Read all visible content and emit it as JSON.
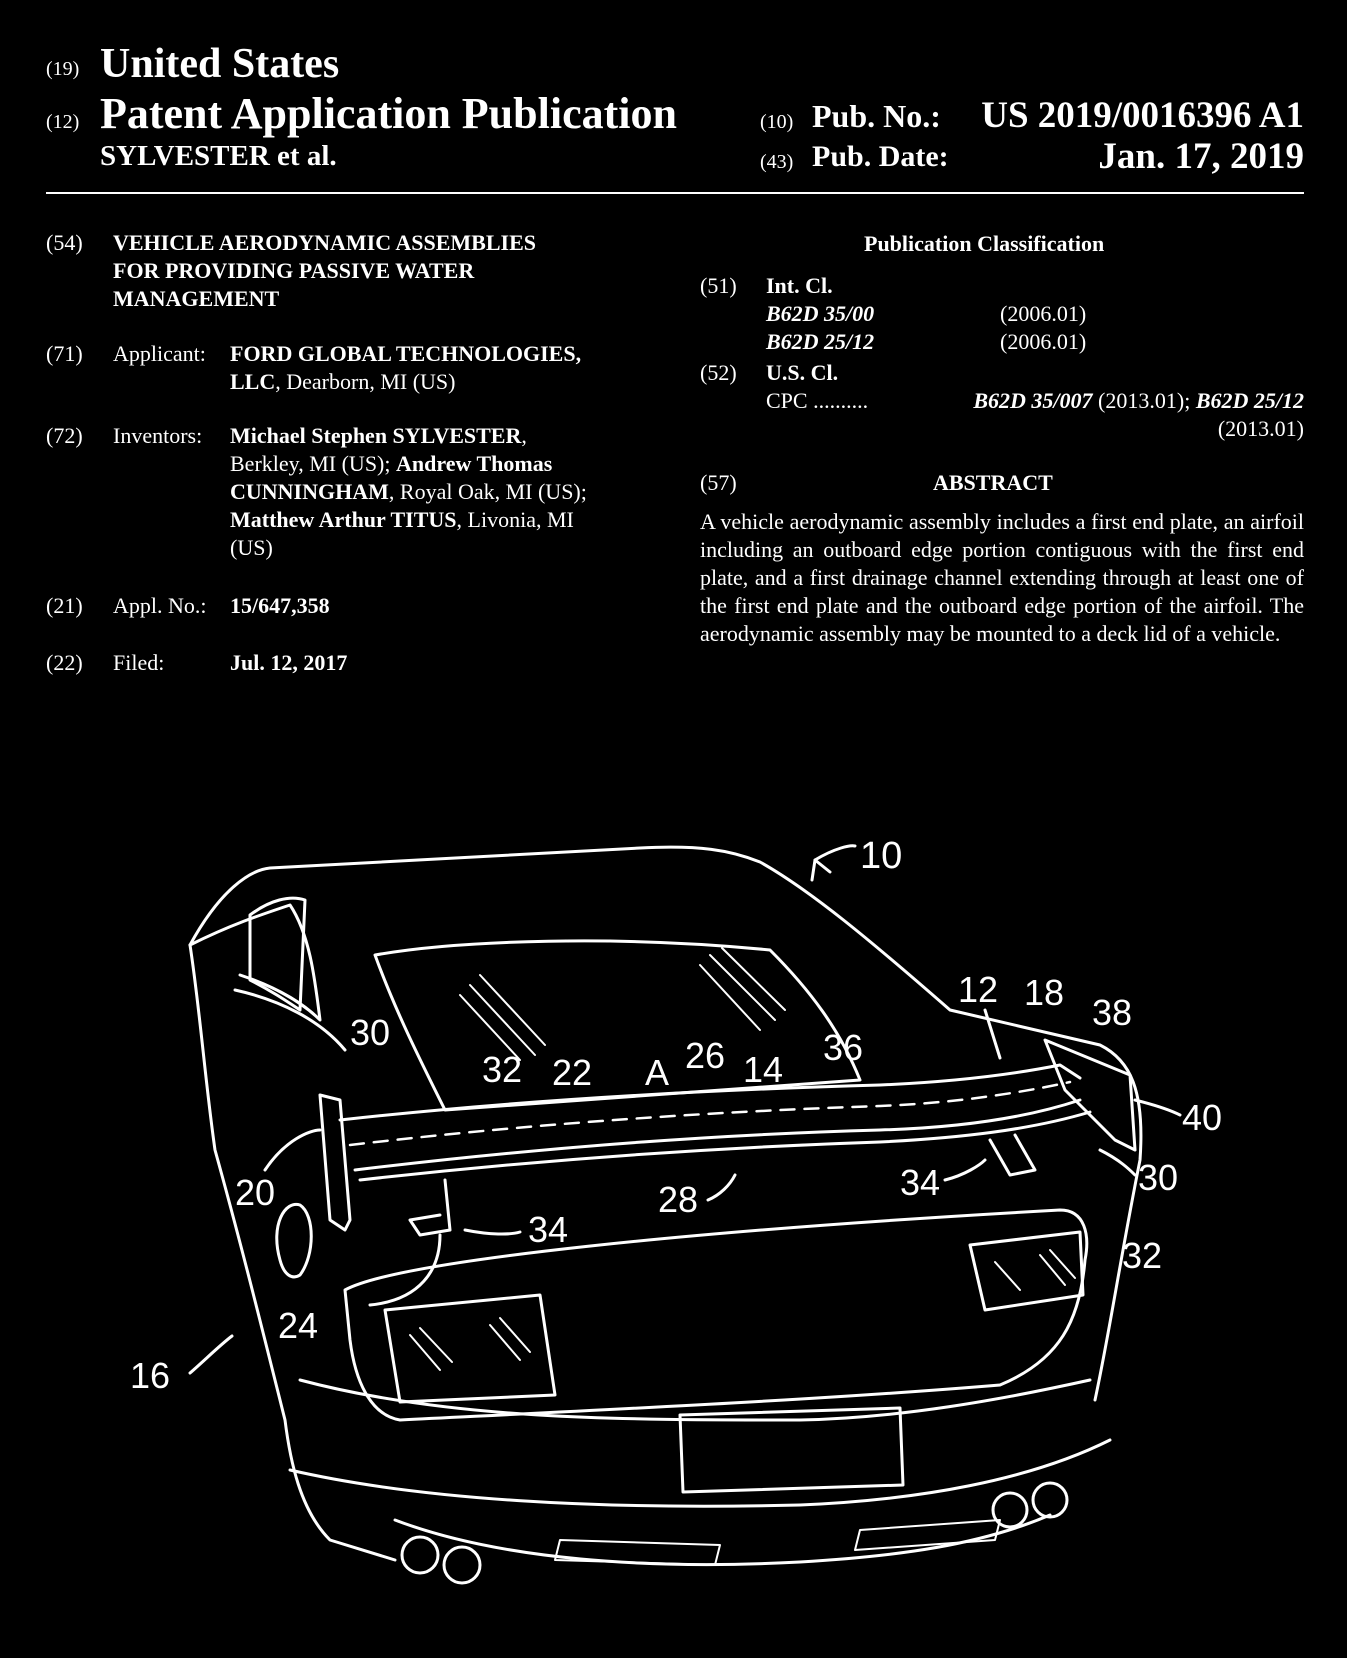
{
  "header": {
    "code19": "(19)",
    "country": "United States",
    "code12": "(12)",
    "doc_type": "Patent Application Publication",
    "first_inventor": "SYLVESTER et al.",
    "code10": "(10)",
    "pub_no_label": "Pub. No.:",
    "pub_no": "US 2019/0016396 A1",
    "code43": "(43)",
    "pub_date_label": "Pub. Date:",
    "pub_date": "Jan. 17, 2019"
  },
  "left": {
    "title_code": "(54)",
    "title_lines": [
      "VEHICLE AERODYNAMIC ASSEMBLIES",
      "FOR PROVIDING PASSIVE WATER",
      "MANAGEMENT"
    ],
    "applicant_code": "(71)",
    "applicant_label": "Applicant:",
    "applicant_line1": "FORD GLOBAL TECHNOLOGIES,",
    "applicant_line2_bold": "LLC",
    "applicant_line2_rest": ", Dearborn, MI (US)",
    "inventors_code": "(72)",
    "inventors_label": "Inventors:",
    "inv_l1_bold": "Michael Stephen SYLVESTER",
    "inv_l1_rest": ",",
    "inv_l2_rest": "Berkley, MI (US); ",
    "inv_l2_bold": "Andrew Thomas",
    "inv_l3_bold": "CUNNINGHAM",
    "inv_l3_rest": ", Royal Oak, MI (US);",
    "inv_l4_bold": "Matthew Arthur TITUS",
    "inv_l4_rest": ", Livonia, MI",
    "inv_l5": "(US)",
    "appl_code": "(21)",
    "appl_label": "Appl. No.:",
    "appl_no": "15/647,358",
    "filed_code": "(22)",
    "filed_label": "Filed:",
    "filed_date": "Jul. 12, 2017"
  },
  "right": {
    "classification_heading": "Publication Classification",
    "intcl_code": "(51)",
    "intcl_label": "Int. Cl.",
    "intcl_rows": [
      {
        "code": "B62D 35/00",
        "version": "(2006.01)"
      },
      {
        "code": "B62D 25/12",
        "version": "(2006.01)"
      }
    ],
    "uscl_code": "(52)",
    "uscl_label": "U.S. Cl.",
    "cpc_label": "CPC ..........",
    "cpc_code1": "B62D 35/007",
    "cpc_ver1": " (2013.01); ",
    "cpc_code2": "B62D 25/12",
    "cpc_ver2": "(2013.01)",
    "abstract_code": "(57)",
    "abstract_heading": "ABSTRACT",
    "abstract_text": "A vehicle aerodynamic assembly includes a first end plate, an airfoil including an outboard edge portion contiguous with the first end plate, and a first drainage channel extending through at least one of the first end plate and the outboard edge portion of the airfoil. The aerodynamic assembly may be mounted to a deck lid of a vehicle."
  },
  "figure": {
    "labels": {
      "l10": "10",
      "l12": "12",
      "l18": "18",
      "l38": "38",
      "l30a": "30",
      "l32a": "32",
      "l22": "22",
      "lA": "A",
      "l26": "26",
      "l14": "14",
      "l36": "36",
      "l40": "40",
      "l30b": "30",
      "l20": "20",
      "l34a": "34",
      "l28": "28",
      "l34b": "34",
      "l32b": "32",
      "l24": "24",
      "l16": "16"
    }
  },
  "colors": {
    "background": "#000000",
    "foreground": "#ffffff"
  }
}
